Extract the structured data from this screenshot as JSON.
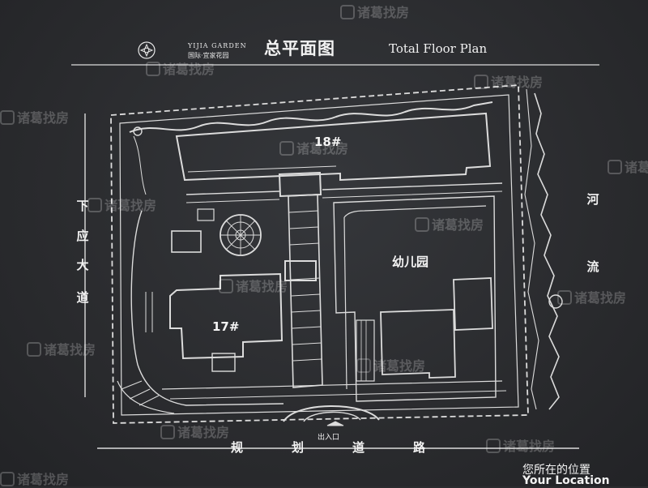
{
  "brand": {
    "logo_icon": "lotus-emblem-icon",
    "name_en": "YIJIA GARDEN",
    "name_cn": "国际·宜家花园"
  },
  "title": {
    "cn": "总平面图",
    "en": "Total Floor Plan"
  },
  "labels": {
    "road_left": [
      "下",
      "应",
      "大",
      "道"
    ],
    "road_bottom": "规划道路",
    "river": [
      "河",
      "流"
    ],
    "building_18": "18#",
    "building_17": "17#",
    "kindergarten": "幼儿园",
    "entrance": "出入口"
  },
  "you_are_here": {
    "cn": "您所在的位置",
    "en": "Your Location"
  },
  "watermark": {
    "text": "诸葛找房",
    "icon": "house-logo-icon"
  },
  "colors": {
    "background": "#2b2c2f",
    "line": "#e6e6e6"
  }
}
